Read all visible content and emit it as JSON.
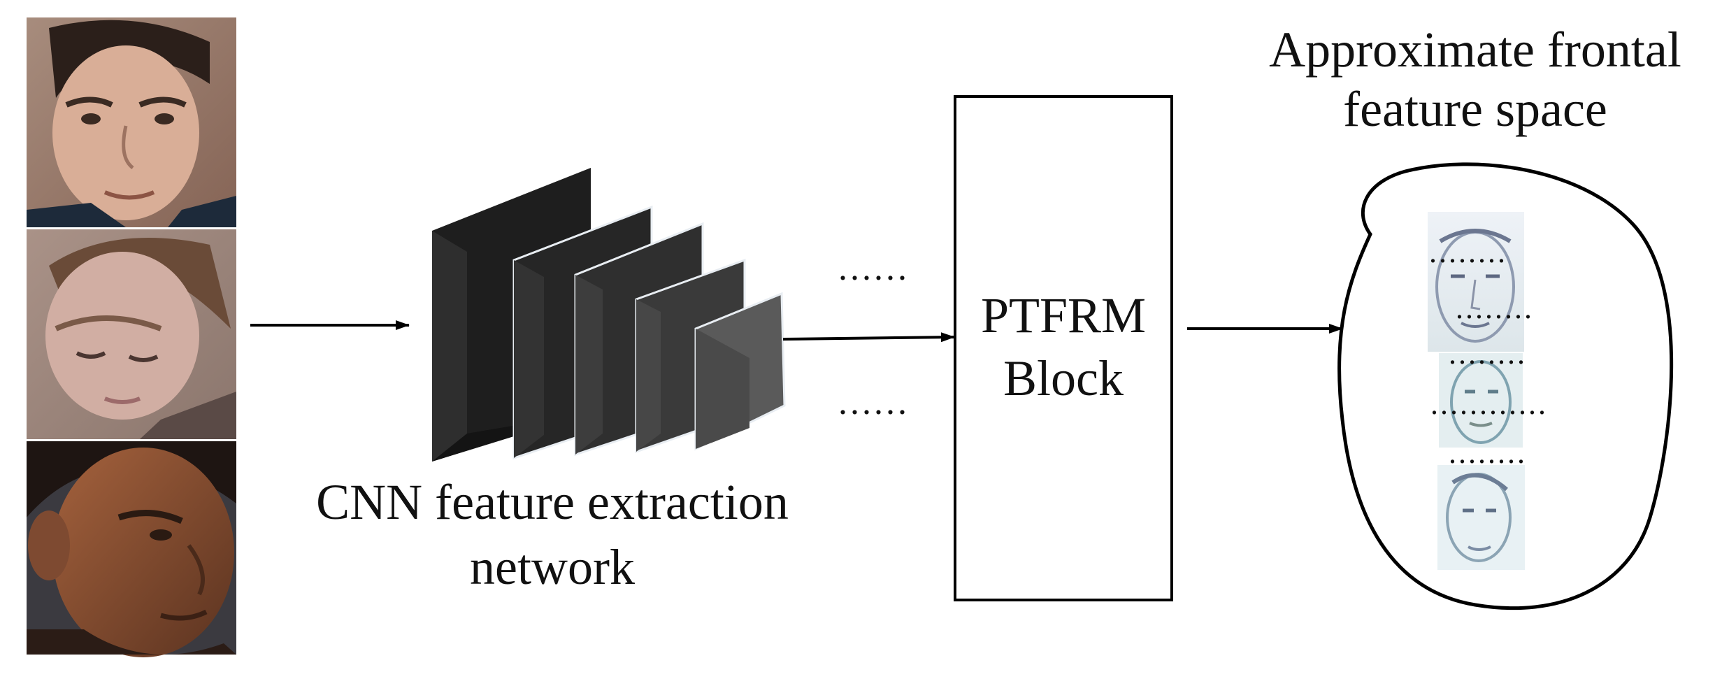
{
  "diagram": {
    "input_faces": [
      {
        "name": "face-photo-1",
        "icon": "face-photo"
      },
      {
        "name": "face-photo-2",
        "icon": "face-photo"
      },
      {
        "name": "face-photo-3",
        "icon": "face-photo"
      }
    ],
    "cnn": {
      "label_line1": "CNN feature extraction",
      "label_line2": "network",
      "ellipsis_top": "......",
      "ellipsis_bottom": "......"
    },
    "ptfrm": {
      "line1": "PTFRM",
      "line2": "Block"
    },
    "feature_space": {
      "title_line1": "Approximate frontal",
      "title_line2": "feature space",
      "dots": "........",
      "long_dots": "............"
    },
    "colors": {
      "stroke": "#000000",
      "layer_dark": "#262626",
      "layer_light": "#5a5a5a"
    }
  }
}
